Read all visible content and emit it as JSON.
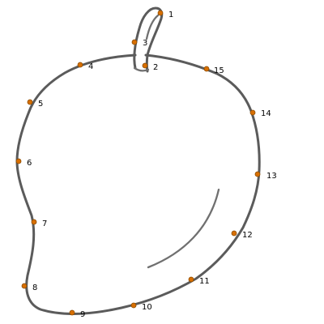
{
  "colors": {
    "outline": "#5b5b5b",
    "dot": "#d86f00",
    "label": "#000000"
  },
  "points": [
    {
      "label": "1"
    },
    {
      "label": "2"
    },
    {
      "label": "3"
    },
    {
      "label": "4"
    },
    {
      "label": "5"
    },
    {
      "label": "6"
    },
    {
      "label": "7"
    },
    {
      "label": "8"
    },
    {
      "label": "9"
    },
    {
      "label": "10"
    },
    {
      "label": "11"
    },
    {
      "label": "12"
    },
    {
      "label": "13"
    },
    {
      "label": "14"
    },
    {
      "label": "15"
    }
  ]
}
